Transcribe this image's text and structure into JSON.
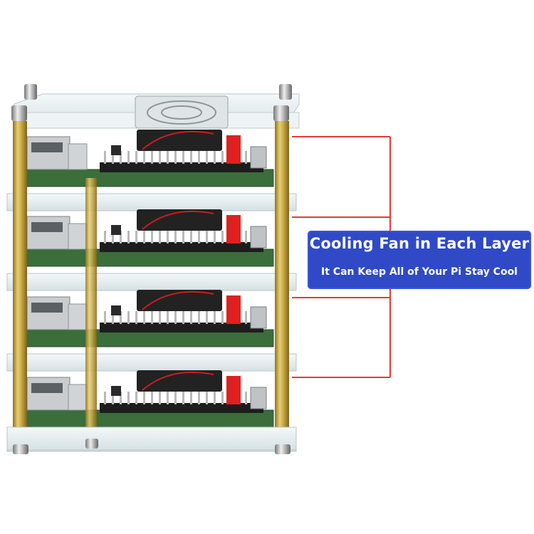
{
  "callout": {
    "title": "Cooling Fan in Each Layer",
    "subtitle": "It Can Keep All of Your Pi Stay Cool"
  },
  "colors": {
    "callout_bg": "#2f49c7",
    "leader_line": "#e23b3b",
    "brass_standoff": "#c9a844",
    "pcb_green": "#3b6e3a",
    "acrylic": "#e6eef0",
    "fan_red_wire": "#e02020"
  },
  "product": {
    "layers": 4
  }
}
